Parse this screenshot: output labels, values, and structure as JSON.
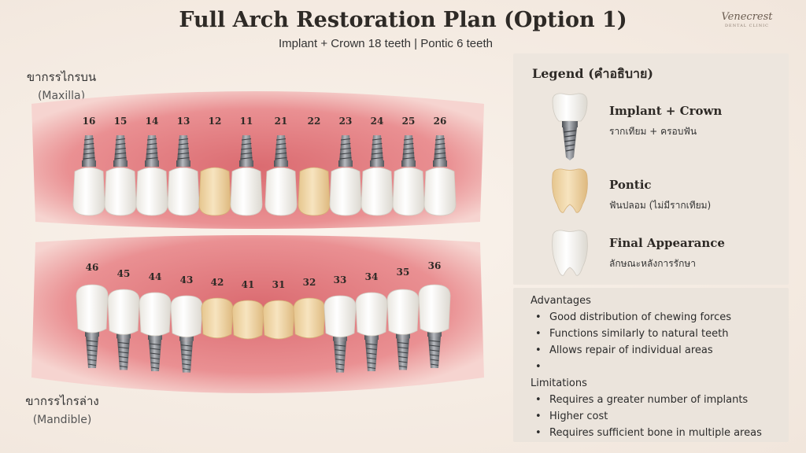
{
  "header": {
    "title": "Full Arch Restoration Plan (Option 1)",
    "subtitle": "Implant + Crown 18 teeth | Pontic 6 teeth",
    "logo_text": "Venecrest",
    "logo_sub": "DENTAL CLINIC"
  },
  "upper_jaw": {
    "label_th": "ขากรรไกรบน",
    "label_en": "(Maxilla)",
    "teeth": [
      {
        "number": "16",
        "type": "implant"
      },
      {
        "number": "15",
        "type": "implant"
      },
      {
        "number": "14",
        "type": "implant"
      },
      {
        "number": "13",
        "type": "implant"
      },
      {
        "number": "12",
        "type": "pontic"
      },
      {
        "number": "11",
        "type": "implant"
      },
      {
        "number": "21",
        "type": "implant"
      },
      {
        "number": "22",
        "type": "pontic"
      },
      {
        "number": "23",
        "type": "implant"
      },
      {
        "number": "24",
        "type": "implant"
      },
      {
        "number": "25",
        "type": "implant"
      },
      {
        "number": "26",
        "type": "implant"
      }
    ]
  },
  "lower_jaw": {
    "label_th": "ขากรรไกรล่าง",
    "label_en": "(Mandible)",
    "teeth": [
      {
        "number": "46",
        "type": "implant"
      },
      {
        "number": "45",
        "type": "implant"
      },
      {
        "number": "44",
        "type": "implant"
      },
      {
        "number": "43",
        "type": "implant"
      },
      {
        "number": "42",
        "type": "pontic"
      },
      {
        "number": "41",
        "type": "pontic"
      },
      {
        "number": "31",
        "type": "pontic"
      },
      {
        "number": "32",
        "type": "pontic"
      },
      {
        "number": "33",
        "type": "implant"
      },
      {
        "number": "34",
        "type": "implant"
      },
      {
        "number": "35",
        "type": "implant"
      },
      {
        "number": "36",
        "type": "implant"
      }
    ]
  },
  "legend": {
    "title": "Legend (คำอธิบาย)",
    "items": [
      {
        "icon": "implant-crown-icon",
        "name": "Implant + Crown",
        "desc": "รากเทียม + ครอบฟัน"
      },
      {
        "icon": "pontic-icon",
        "name": "Pontic",
        "desc": "ฟันปลอม (ไม่มีรากเทียม)"
      },
      {
        "icon": "final-tooth-icon",
        "name": "Final Appearance",
        "desc": "ลักษณะหลังการรักษา"
      }
    ]
  },
  "advantages": {
    "heading": "Advantages",
    "items": [
      "Good distribution of chewing forces",
      "Functions similarly to natural teeth",
      "Allows repair of individual areas",
      ""
    ]
  },
  "limitations": {
    "heading": "Limitations",
    "items": [
      "Requires a greater number of implants",
      "Higher cost",
      "Requires sufficient bone in multiple areas"
    ]
  },
  "colors": {
    "gum": "#e88a8c",
    "gum_dark": "#c9565c",
    "crown": "#f7f5f0",
    "pontic": "#f0d9ad",
    "implant": "#6b6e72",
    "background": "#f6efe8"
  }
}
